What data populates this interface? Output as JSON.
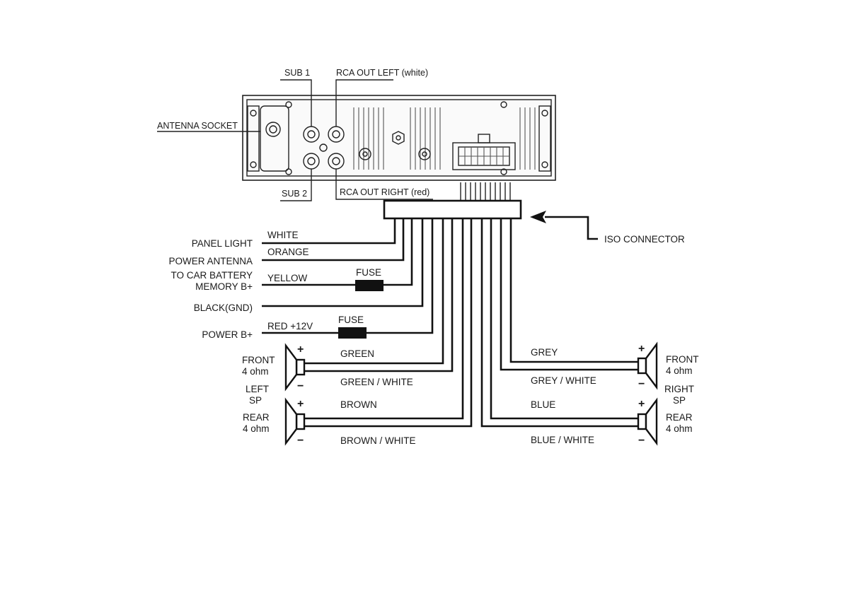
{
  "unit_labels": {
    "sub1": "SUB 1",
    "rca_left": "RCA OUT LEFT (white)",
    "antenna_socket": "ANTENNA SOCKET",
    "sub2": "SUB 2",
    "rca_right": "RCA OUT RIGHT (red)",
    "iso_connector": "ISO CONNECTOR"
  },
  "left_wires": {
    "panel_light": {
      "function": "PANEL LIGHT",
      "color": "WHITE"
    },
    "power_antenna": {
      "function": "POWER ANTENNA",
      "color": "ORANGE"
    },
    "memory": {
      "function_line1": "TO CAR BATTERY",
      "function_line2": "MEMORY B+",
      "color": "YELLOW",
      "fuse": "FUSE"
    },
    "ground": {
      "function": "BLACK(GND)"
    },
    "power": {
      "function": "POWER B+",
      "color": "RED +12V",
      "fuse": "FUSE"
    }
  },
  "speakers_left": {
    "front_line1": "FRONT",
    "front_line2": "4 ohm",
    "side_line1": "LEFT",
    "side_line2": "SP",
    "rear_line1": "REAR",
    "rear_line2": "4 ohm",
    "front_pos": "GREEN",
    "front_neg": "GREEN / WHITE",
    "rear_pos": "BROWN",
    "rear_neg": "BROWN / WHITE"
  },
  "speakers_right": {
    "front_line1": "FRONT",
    "front_line2": "4 ohm",
    "side_line1": "RIGHT",
    "side_line2": "SP",
    "rear_line1": "REAR",
    "rear_line2": "4 ohm",
    "front_pos": "GREY",
    "front_neg": "GREY / WHITE",
    "rear_pos": "BLUE",
    "rear_neg": "BLUE / WHITE"
  },
  "polarity": {
    "plus": "+",
    "minus": "−"
  }
}
